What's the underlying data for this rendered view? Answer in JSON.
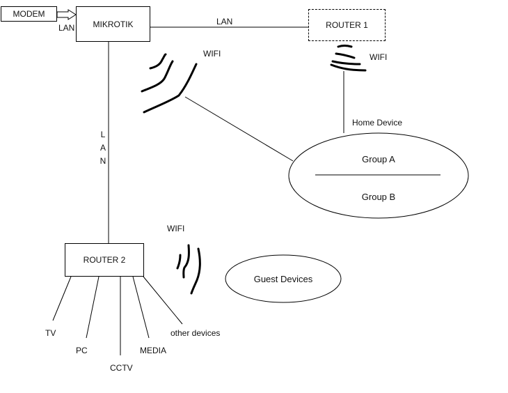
{
  "nodes": {
    "modem": "MODEM",
    "mikrotik": "MIKROTIK",
    "router1": "ROUTER 1",
    "router2": "ROUTER 2"
  },
  "links": {
    "modem_mikrotik": "LAN",
    "mikrotik_router1": "LAN",
    "mikrotik_router2": [
      "L",
      "A",
      "N"
    ]
  },
  "wifi": {
    "mikrotik": "WIFI",
    "router1": "WIFI",
    "router2": "WIFI"
  },
  "home_device": {
    "title": "Home Device",
    "group_a": "Group A",
    "group_b": "Group B"
  },
  "guest": "Guest Devices",
  "router2_devices": [
    "TV",
    "PC",
    "CCTV",
    "MEDIA",
    "other devices"
  ]
}
